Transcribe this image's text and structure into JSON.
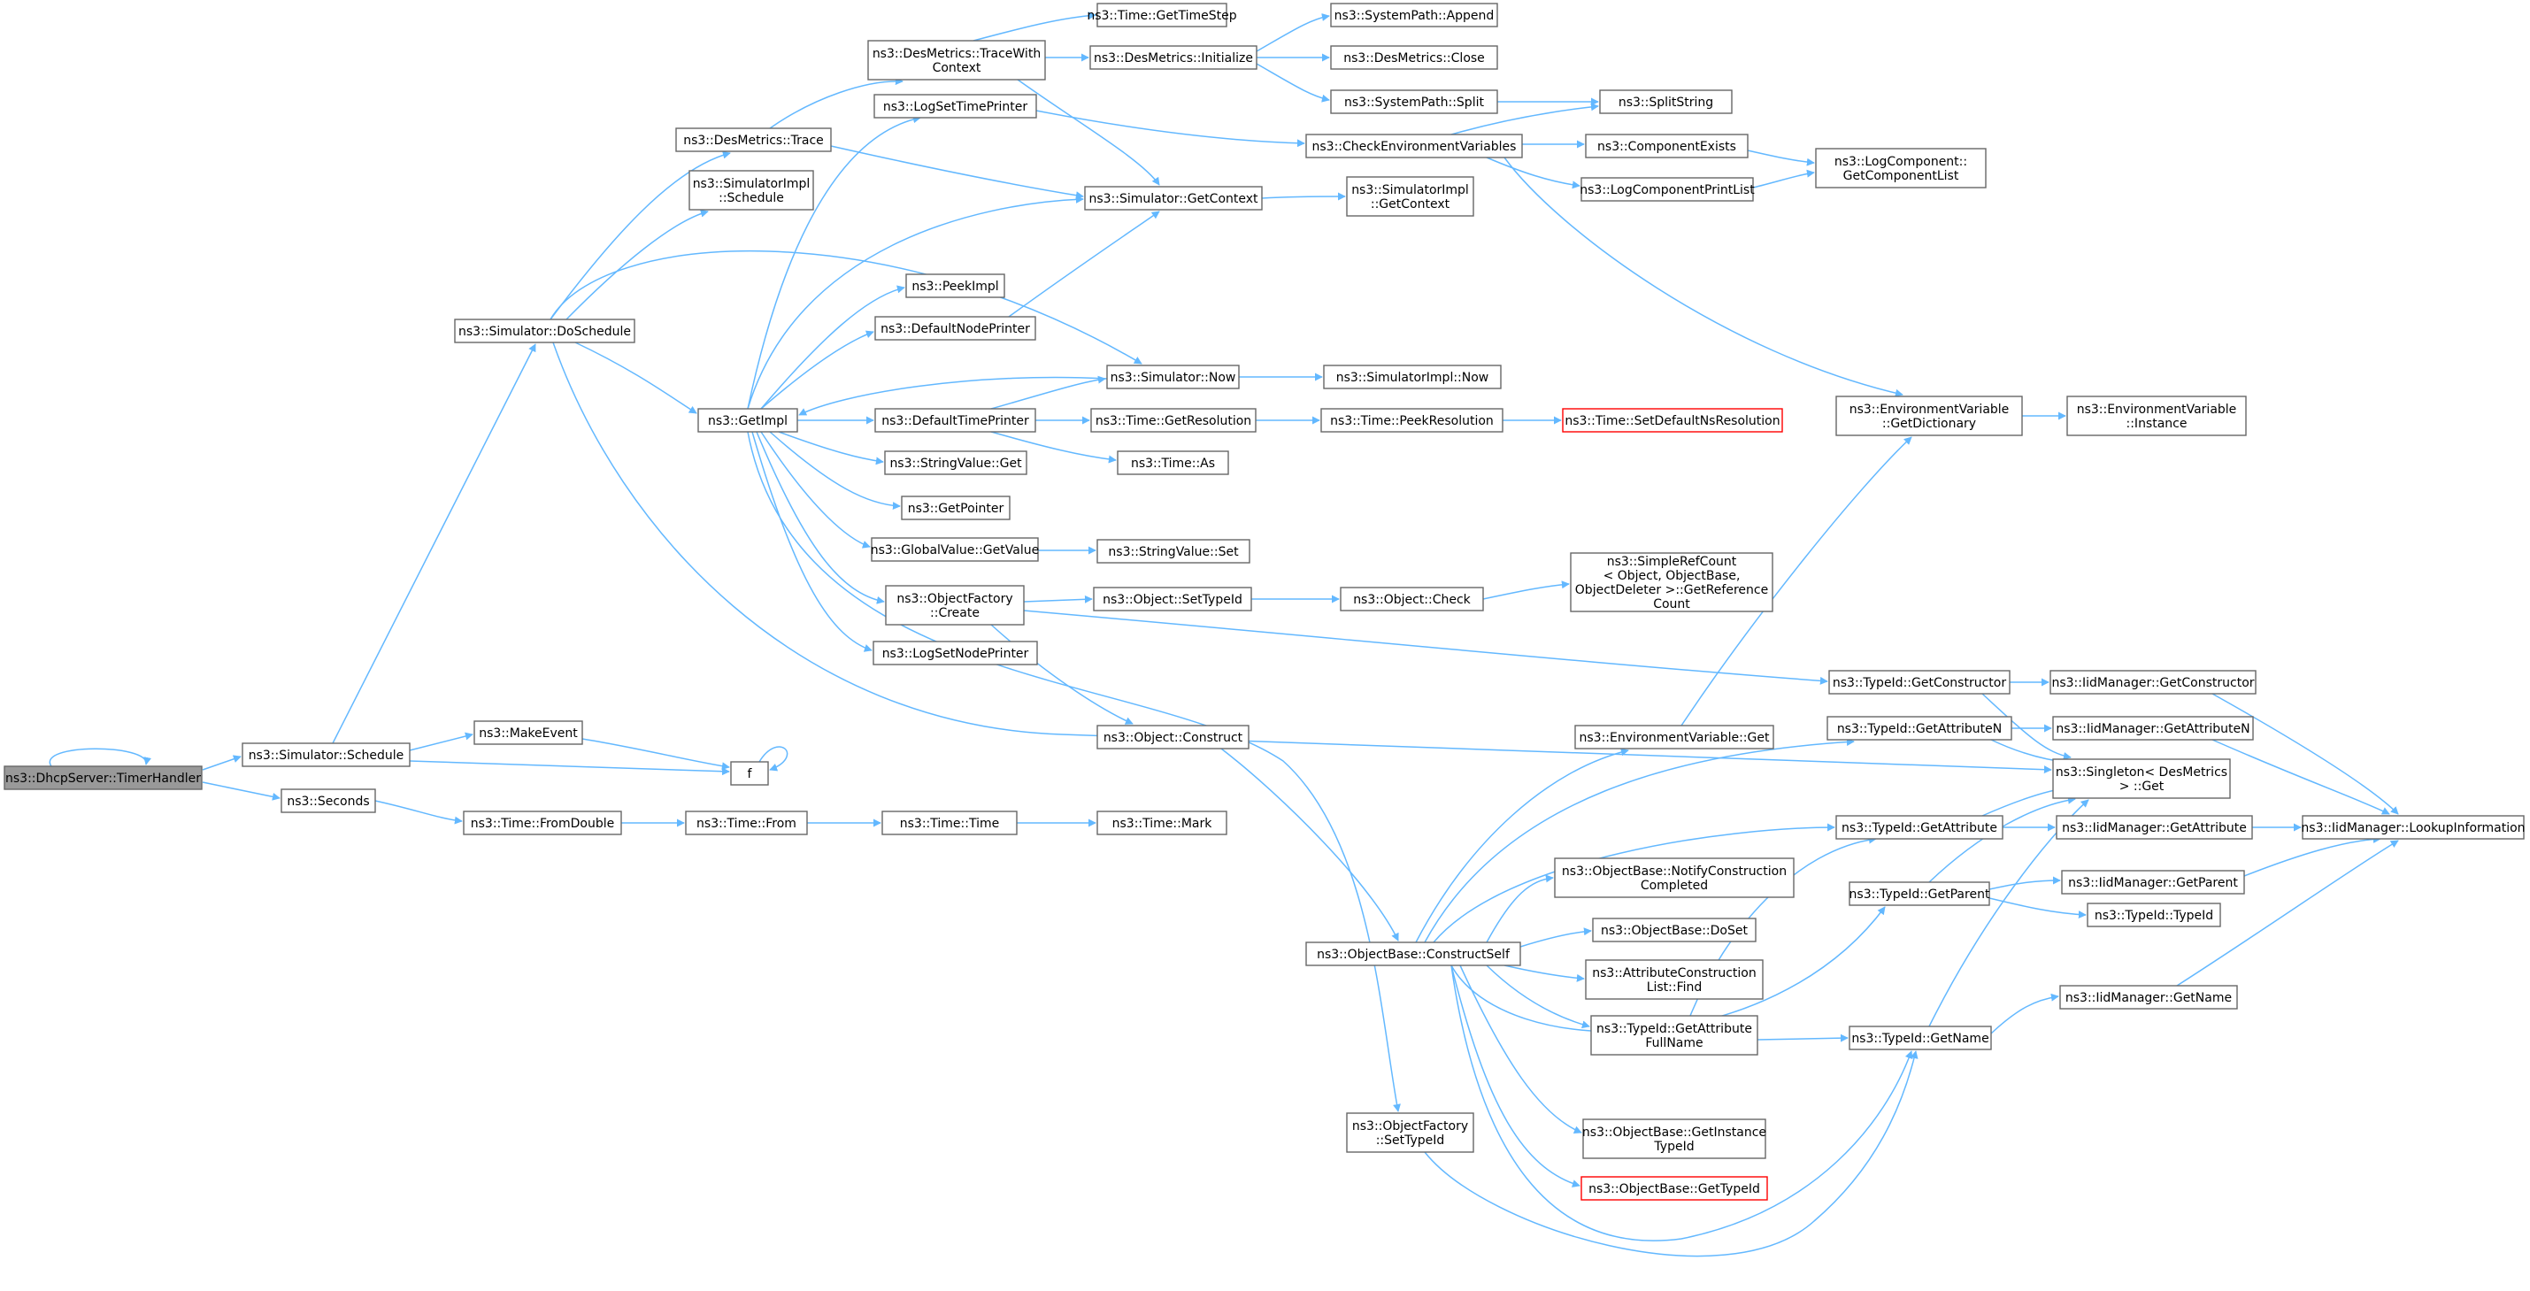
{
  "colors": {
    "edge": "#63b8ff",
    "node_border": "#666666",
    "root_fill": "#999999",
    "truncated_border": "#ff0000"
  },
  "nodes": [
    {
      "id": "timerhandler",
      "lines": [
        "ns3::DhcpServer::TimerHandler"
      ],
      "root": true
    },
    {
      "id": "sim_schedule",
      "lines": [
        "ns3::Simulator::Schedule"
      ]
    },
    {
      "id": "seconds",
      "lines": [
        "ns3::Seconds"
      ]
    },
    {
      "id": "makeevent",
      "lines": [
        "ns3::MakeEvent"
      ]
    },
    {
      "id": "f",
      "lines": [
        "f"
      ]
    },
    {
      "id": "fromdouble",
      "lines": [
        "ns3::Time::FromDouble"
      ]
    },
    {
      "id": "time_from",
      "lines": [
        "ns3::Time::From"
      ]
    },
    {
      "id": "time_time",
      "lines": [
        "ns3::Time::Time"
      ]
    },
    {
      "id": "time_mark",
      "lines": [
        "ns3::Time::Mark"
      ]
    },
    {
      "id": "doschedule",
      "lines": [
        "ns3::Simulator::DoSchedule"
      ]
    },
    {
      "id": "desm_trace",
      "lines": [
        "ns3::DesMetrics::Trace"
      ]
    },
    {
      "id": "simimpl_schedule",
      "lines": [
        "ns3::SimulatorImpl",
        "::Schedule"
      ]
    },
    {
      "id": "getimpl",
      "lines": [
        "ns3::GetImpl"
      ]
    },
    {
      "id": "tracewith",
      "lines": [
        "ns3::DesMetrics::TraceWith",
        "Context"
      ]
    },
    {
      "id": "logsettime",
      "lines": [
        "ns3::LogSetTimePrinter"
      ]
    },
    {
      "id": "peekimpl",
      "lines": [
        "ns3::PeekImpl"
      ]
    },
    {
      "id": "defnode",
      "lines": [
        "ns3::DefaultNodePrinter"
      ]
    },
    {
      "id": "deftime",
      "lines": [
        "ns3::DefaultTimePrinter"
      ]
    },
    {
      "id": "stringvalue_get",
      "lines": [
        "ns3::StringValue::Get"
      ]
    },
    {
      "id": "getpointer",
      "lines": [
        "ns3::GetPointer"
      ]
    },
    {
      "id": "globalvalue",
      "lines": [
        "ns3::GlobalValue::GetValue"
      ]
    },
    {
      "id": "objfactory_create",
      "lines": [
        "ns3::ObjectFactory",
        "::Create"
      ]
    },
    {
      "id": "logsetnode",
      "lines": [
        "ns3::LogSetNodePrinter"
      ]
    },
    {
      "id": "gettimestep",
      "lines": [
        "ns3::Time::GetTimeStep"
      ]
    },
    {
      "id": "desm_init",
      "lines": [
        "ns3::DesMetrics::Initialize"
      ]
    },
    {
      "id": "sim_getcontext",
      "lines": [
        "ns3::Simulator::GetContext"
      ]
    },
    {
      "id": "sim_now",
      "lines": [
        "ns3::Simulator::Now"
      ]
    },
    {
      "id": "getresolution",
      "lines": [
        "ns3::Time::GetResolution"
      ]
    },
    {
      "id": "time_as",
      "lines": [
        "ns3::Time::As"
      ]
    },
    {
      "id": "stringvalue_set",
      "lines": [
        "ns3::StringValue::Set"
      ]
    },
    {
      "id": "obj_settypeid",
      "lines": [
        "ns3::Object::SetTypeId"
      ]
    },
    {
      "id": "obj_construct",
      "lines": [
        "ns3::Object::Construct"
      ]
    },
    {
      "id": "objfactory_settypeid",
      "lines": [
        "ns3::ObjectFactory",
        "::SetTypeId"
      ]
    },
    {
      "id": "syspath_append",
      "lines": [
        "ns3::SystemPath::Append"
      ]
    },
    {
      "id": "desm_close",
      "lines": [
        "ns3::DesMetrics::Close"
      ]
    },
    {
      "id": "syspath_split",
      "lines": [
        "ns3::SystemPath::Split"
      ]
    },
    {
      "id": "checkenv",
      "lines": [
        "ns3::CheckEnvironmentVariables"
      ]
    },
    {
      "id": "simimpl_getcontext",
      "lines": [
        "ns3::SimulatorImpl",
        "::GetContext"
      ]
    },
    {
      "id": "simimpl_now",
      "lines": [
        "ns3::SimulatorImpl::Now"
      ]
    },
    {
      "id": "peekresolution",
      "lines": [
        "ns3::Time::PeekResolution"
      ]
    },
    {
      "id": "obj_check",
      "lines": [
        "ns3::Object::Check"
      ]
    },
    {
      "id": "objbase_constructself",
      "lines": [
        "ns3::ObjectBase::ConstructSelf"
      ]
    },
    {
      "id": "splitstring",
      "lines": [
        "ns3::SplitString"
      ]
    },
    {
      "id": "componentexists",
      "lines": [
        "ns3::ComponentExists"
      ]
    },
    {
      "id": "logcompprintlist",
      "lines": [
        "ns3::LogComponentPrintList"
      ]
    },
    {
      "id": "setdefaultns",
      "lines": [
        "ns3::Time::SetDefaultNsResolution"
      ],
      "truncated": true
    },
    {
      "id": "simplerefcount",
      "lines": [
        "ns3::SimpleRefCount",
        "< Object, ObjectBase,",
        "ObjectDeleter >::GetReference",
        "Count"
      ]
    },
    {
      "id": "envvar_get",
      "lines": [
        "ns3::EnvironmentVariable::Get"
      ]
    },
    {
      "id": "notifyconstruction",
      "lines": [
        "ns3::ObjectBase::NotifyConstruction",
        "Completed"
      ]
    },
    {
      "id": "objbase_doset",
      "lines": [
        "ns3::ObjectBase::DoSet"
      ]
    },
    {
      "id": "attrconstruction",
      "lines": [
        "ns3::AttributeConstruction",
        "List::Find"
      ]
    },
    {
      "id": "typeid_getattrfullname",
      "lines": [
        "ns3::TypeId::GetAttribute",
        "FullName"
      ]
    },
    {
      "id": "getinstancetypeid",
      "lines": [
        "ns3::ObjectBase::GetInstance",
        "TypeId"
      ]
    },
    {
      "id": "objbase_gettypeid",
      "lines": [
        "ns3::ObjectBase::GetTypeId"
      ],
      "truncated": true
    },
    {
      "id": "logcomp_getlist",
      "lines": [
        "ns3::LogComponent::",
        "GetComponentList"
      ]
    },
    {
      "id": "envvar_getdict",
      "lines": [
        "ns3::EnvironmentVariable",
        "::GetDictionary"
      ]
    },
    {
      "id": "typeid_getconstructor",
      "lines": [
        "ns3::TypeId::GetConstructor"
      ]
    },
    {
      "id": "typeid_getattributen",
      "lines": [
        "ns3::TypeId::GetAttributeN"
      ]
    },
    {
      "id": "typeid_getattribute",
      "lines": [
        "ns3::TypeId::GetAttribute"
      ]
    },
    {
      "id": "typeid_getparent",
      "lines": [
        "ns3::TypeId::GetParent"
      ]
    },
    {
      "id": "typeid_getname",
      "lines": [
        "ns3::TypeId::GetName"
      ]
    },
    {
      "id": "envvar_instance",
      "lines": [
        "ns3::EnvironmentVariable",
        "::Instance"
      ]
    },
    {
      "id": "iid_getconstructor",
      "lines": [
        "ns3::IidManager::GetConstructor"
      ]
    },
    {
      "id": "iid_getattributen",
      "lines": [
        "ns3::IidManager::GetAttributeN"
      ]
    },
    {
      "id": "singleton_get",
      "lines": [
        "ns3::Singleton< DesMetrics",
        "> ::Get"
      ]
    },
    {
      "id": "iid_getattribute",
      "lines": [
        "ns3::IidManager::GetAttribute"
      ]
    },
    {
      "id": "iid_getparent",
      "lines": [
        "ns3::IidManager::GetParent"
      ]
    },
    {
      "id": "typeid_typeid",
      "lines": [
        "ns3::TypeId::TypeId"
      ]
    },
    {
      "id": "iid_getname",
      "lines": [
        "ns3::IidManager::GetName"
      ]
    },
    {
      "id": "iid_lookup",
      "lines": [
        "ns3::IidManager::LookupInformation"
      ]
    }
  ]
}
